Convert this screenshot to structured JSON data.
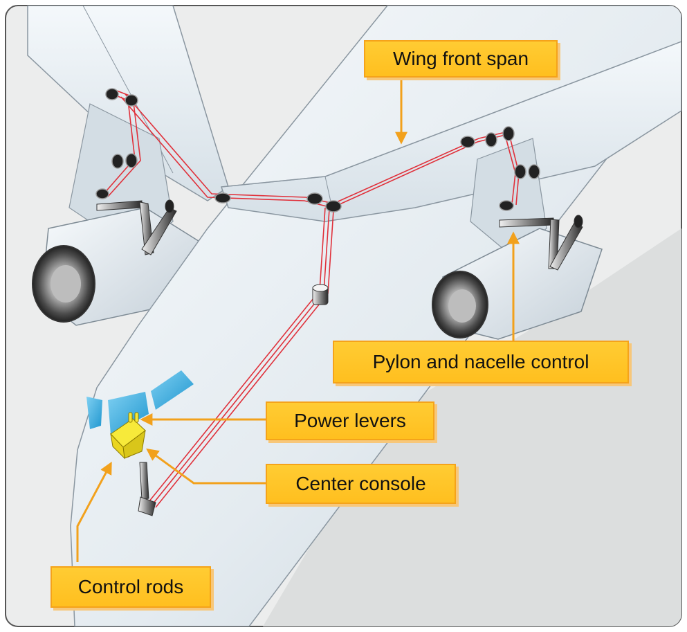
{
  "labels": {
    "wing_front_span": "Wing front span",
    "pylon_nacelle_control": "Pylon and nacelle control",
    "power_levers": "Power levers",
    "center_console": "Center console",
    "control_rods": "Control rods"
  },
  "colors": {
    "callout_fill": "#ffc526",
    "callout_border": "#f5a31a",
    "arrow": "#f2a11c",
    "cable": "#e0303a",
    "aircraft_skin": "#e4ebf0",
    "window_tint": "#3aaee0",
    "console": "#f2e01a"
  }
}
